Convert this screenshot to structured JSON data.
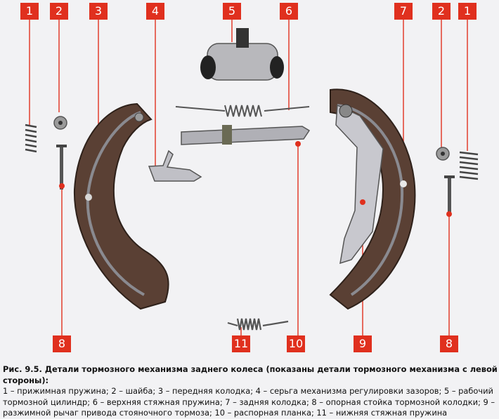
{
  "figure": {
    "callouts": [
      "1",
      "2",
      "3",
      "4",
      "5",
      "6",
      "7",
      "2",
      "1",
      "8",
      "11",
      "10",
      "9",
      "8"
    ]
  },
  "caption": {
    "title": "Рис. 9.5. Детали тормозного механизма заднего колеса (показаны детали тормозного механизма с левой стороны):",
    "body": "1 – прижимная пружина; 2 – шайба; 3 – передняя колодка; 4 – серьга механизма регулировки зазоров; 5 – рабочий тормозной цилиндр; 6 – верхняя стяжная пружина; 7 – задняя колодка; 8 – опорная стойка тормозной колодки; 9 – разжимной рычаг привода стояночного тормоза; 10 – распорная планка; 11 – нижняя стяжная пружина"
  },
  "colors": {
    "callout_bg": "#e0301e",
    "lining": "#5a4034",
    "steel": "#a8a8ae",
    "background": "#f2f2f4"
  }
}
